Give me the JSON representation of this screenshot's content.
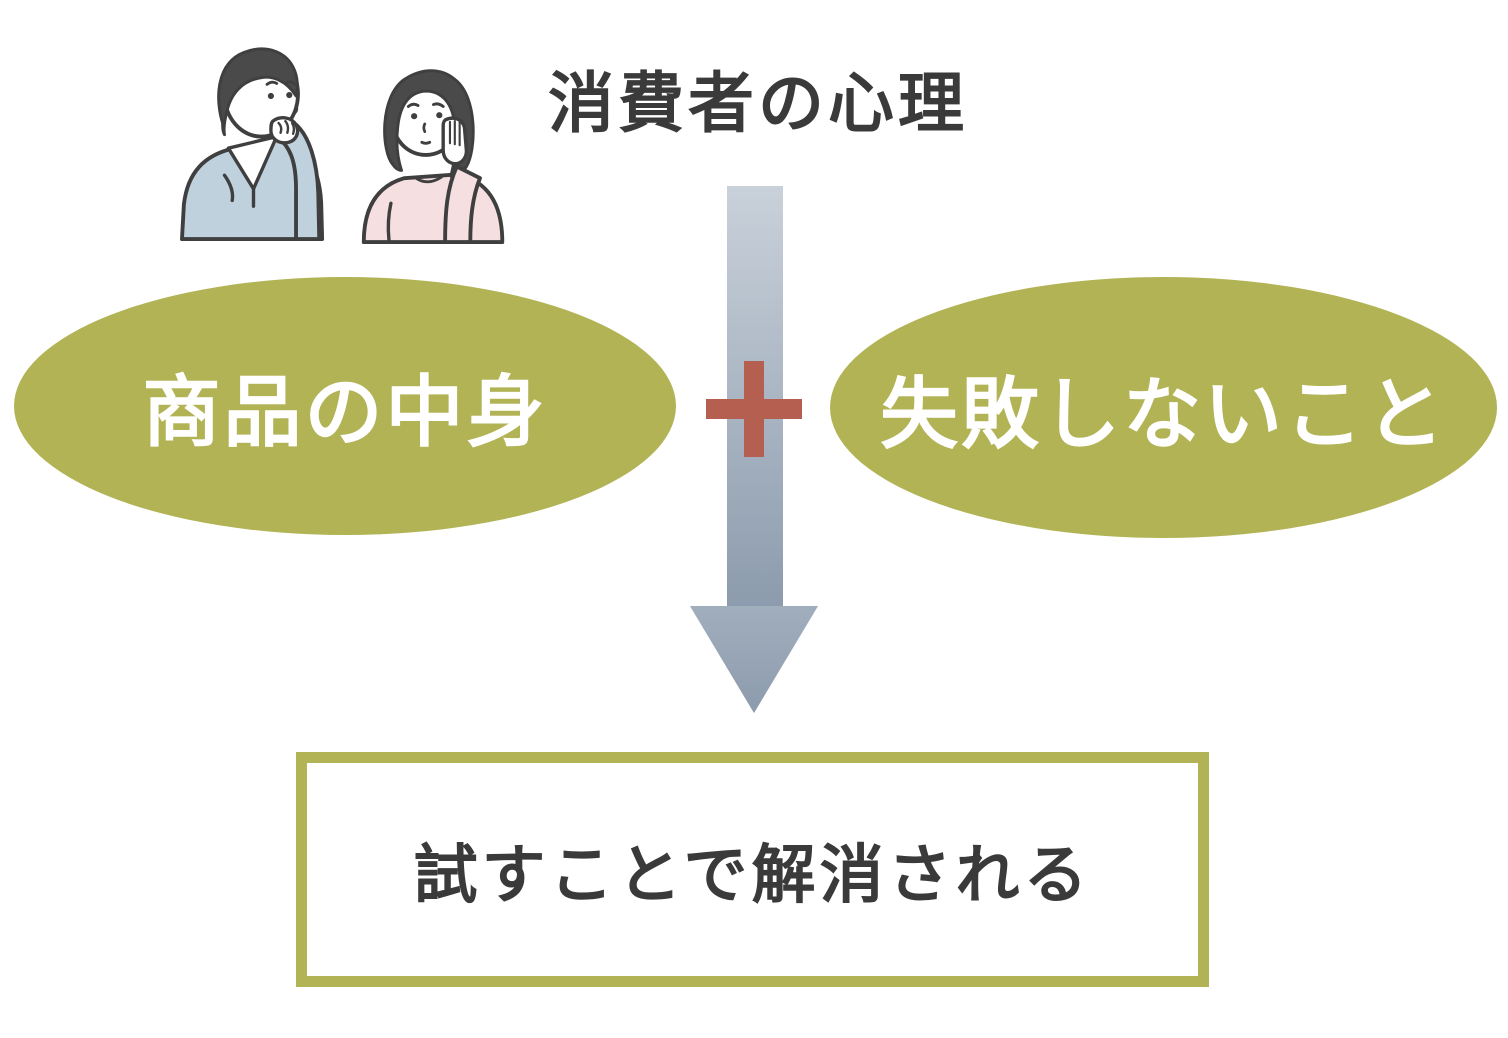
{
  "diagram": {
    "title": "消費者の心理",
    "illustration": {
      "people": [
        {
          "name": "man-thinking"
        },
        {
          "name": "woman-thinking"
        }
      ]
    },
    "factors": [
      {
        "label": "商品の中身"
      },
      {
        "label": "失敗しないこと"
      }
    ],
    "operator": {
      "symbol": "+"
    },
    "arrow": {
      "direction": "down"
    },
    "result": {
      "label": "試すことで解消される"
    },
    "colors": {
      "ellipse_fill": "#b2b355",
      "ellipse_text": "#ffffff",
      "plus": "#b55f51",
      "arrow_gradient_top": "#c9d1da",
      "arrow_gradient_bottom": "#8c9bad",
      "dark_text": "#3a3a3a",
      "result_box_border": "#b2b355",
      "man_sweater": "#bfd1dd",
      "woman_top": "#f6dfe0",
      "hair": "#4a4a4a"
    }
  }
}
